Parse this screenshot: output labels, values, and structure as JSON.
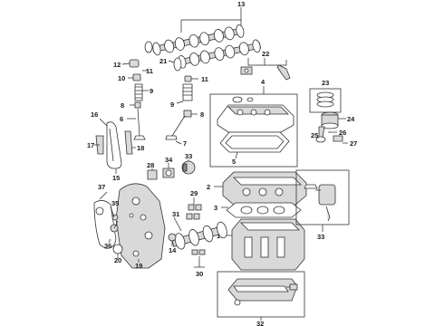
{
  "callouts": {
    "c1": "1",
    "c2": "2",
    "c3": "3",
    "c4": "4",
    "c5": "5",
    "c6": "6",
    "c7": "7",
    "c8": "8",
    "c9a": "9",
    "c9b": "9",
    "c10": "10",
    "c11a": "11",
    "c11b": "11",
    "c12": "12",
    "c13": "13",
    "c14": "14",
    "c15": "15",
    "c16": "16",
    "c17": "17",
    "c18": "18",
    "c19": "19",
    "c20": "20",
    "c21": "21",
    "c22": "22",
    "c23": "23",
    "c24": "24",
    "c25": "25",
    "c26": "26",
    "c27": "27",
    "c28": "28",
    "c29": "29",
    "c30": "30",
    "c31": "31",
    "c32": "32",
    "c33": "33",
    "c33b": "33",
    "c34": "34",
    "c35": "35",
    "c36": "36",
    "c37": "37",
    "c8b": "8"
  }
}
